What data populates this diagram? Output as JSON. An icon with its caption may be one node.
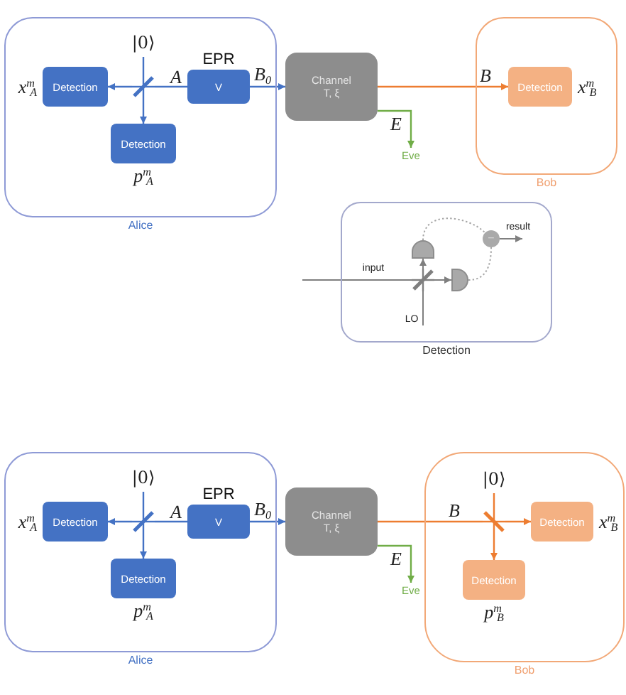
{
  "diagram": {
    "nodes": [
      {
        "text": [
          "Alice"
        ]
      },
      {
        "text": [
          "|0⟩"
        ],
        "in": 0
      },
      {
        "text": [],
        "shape": "bar",
        "in": 0
      },
      {
        "text": [
          "Detection"
        ],
        "in": 0,
        "beside": [
          "x$^{m}$$_{A}$"
        ]
      },
      {
        "text": [
          "EPR",
          "V"
        ],
        "in": 0
      },
      {
        "text": [
          "Detection"
        ],
        "in": 0,
        "beside": [
          "p$^{m}$$_{A}$"
        ]
      },
      {
        "text": [
          "Channel",
          "T, ξ"
        ]
      },
      {
        "text": [
          "Eve"
        ]
      },
      {
        "text": [
          "Bob"
        ]
      },
      {
        "text": [
          "Detection"
        ],
        "in": 8,
        "beside": [
          "x$^{m}$$_{B}$"
        ]
      },
      {
        "text": [
          "Detection"
        ]
      },
      {
        "text": [],
        "shape": "bar",
        "in": 10
      },
      {
        "text": [],
        "shape": "semicircle",
        "in": 10
      },
      {
        "text": [],
        "shape": "semicircle",
        "in": 10
      },
      {
        "text": [
          "−"
        ],
        "in": 10
      },
      {
        "text": [
          "Alice"
        ]
      },
      {
        "text": [
          "|0⟩"
        ],
        "in": 15
      },
      {
        "text": [],
        "shape": "bar",
        "in": 15
      },
      {
        "text": [
          "Detection"
        ],
        "in": 15,
        "beside": [
          "x$^{m}$$_{A}$"
        ]
      },
      {
        "text": [
          "EPR",
          "V"
        ],
        "in": 15
      },
      {
        "text": [
          "Detection"
        ],
        "in": 15,
        "beside": [
          "p$^{m}$$_{A}$"
        ]
      },
      {
        "text": [
          "Channel",
          "T, ξ"
        ]
      },
      {
        "text": [
          "Eve"
        ]
      },
      {
        "text": [
          "Bob"
        ]
      },
      {
        "text": [
          "|0⟩"
        ],
        "in": 23
      },
      {
        "text": [],
        "shape": "bar",
        "in": 23
      },
      {
        "text": [
          "Detection"
        ],
        "in": 23,
        "beside": [
          "x$^{m}$$_{B}$"
        ]
      },
      {
        "text": [
          "Detection"
        ],
        "in": 23,
        "beside": [
          "p$^{m}$$_{B}$"
        ]
      }
    ],
    "edges": [
      {
        "from": 4,
        "to": 2,
        "arrow": "none",
        "label": "A"
      },
      {
        "from": 2,
        "to": 3,
        "arrow": "to"
      },
      {
        "from": 1,
        "to": 2,
        "arrow": "none"
      },
      {
        "from": 2,
        "to": 5,
        "arrow": "to"
      },
      {
        "from": 4,
        "to": 6,
        "arrow": "to",
        "label": "B$_{0}$"
      },
      {
        "from": 6,
        "to": 9,
        "arrow": "to",
        "label": "B",
        "color": "#ed7d31"
      },
      {
        "from": 6,
        "to": 7,
        "arrow": "to",
        "label": "E",
        "color": "#70ad47"
      },
      {
        "from": null,
        "to": 11,
        "arrow": "none",
        "label": "input",
        "color": "#7f7f7f"
      },
      {
        "from": null,
        "to": 11,
        "arrow": "none",
        "label": "LO",
        "color": "#7f7f7f"
      },
      {
        "from": 11,
        "to": 12,
        "arrow": "to",
        "color": "#7f7f7f"
      },
      {
        "from": 11,
        "to": 13,
        "arrow": "to",
        "color": "#7f7f7f"
      },
      {
        "from": 12,
        "to": 14,
        "arrow": "none",
        "style": "dashed",
        "color": "#a6a6a6"
      },
      {
        "from": 13,
        "to": 14,
        "arrow": "none",
        "style": "dashed",
        "color": "#a6a6a6"
      },
      {
        "from": 14,
        "to": null,
        "arrow": "to",
        "label": "result",
        "color": "#7f7f7f"
      },
      {
        "from": 19,
        "to": 17,
        "arrow": "none",
        "label": "A"
      },
      {
        "from": 17,
        "to": 18,
        "arrow": "to"
      },
      {
        "from": 16,
        "to": 17,
        "arrow": "none"
      },
      {
        "from": 17,
        "to": 20,
        "arrow": "to"
      },
      {
        "from": 19,
        "to": 21,
        "arrow": "to",
        "label": "B$_{0}$"
      },
      {
        "from": 21,
        "to": 25,
        "arrow": "none",
        "label": "B",
        "color": "#ed7d31"
      },
      {
        "from": 25,
        "to": 26,
        "arrow": "to",
        "color": "#ed7d31"
      },
      {
        "from": 24,
        "to": 25,
        "arrow": "none",
        "color": "#ed7d31"
      },
      {
        "from": 25,
        "to": 27,
        "arrow": "to",
        "color": "#ed7d31"
      },
      {
        "from": 21,
        "to": 22,
        "arrow": "to",
        "label": "E",
        "color": "#70ad47"
      }
    ]
  }
}
